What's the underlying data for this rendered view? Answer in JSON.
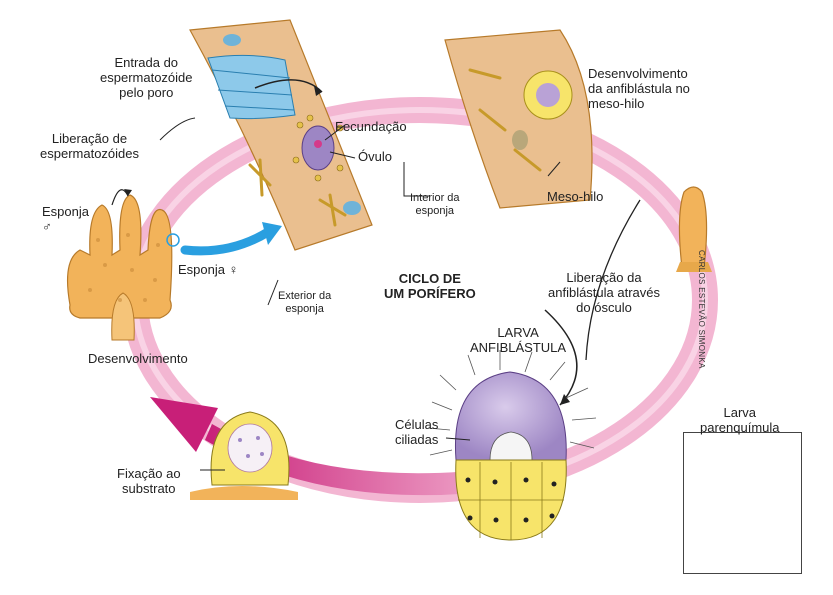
{
  "labels": {
    "entrada": "Entrada do\nespermatozóide\npelo poro",
    "liberacao_esp": "Liberação de\nespermatozóides",
    "esponja_m": "Esponja\n♂",
    "esponja_f": "Esponja ♀",
    "fecundacao": "Fecundação",
    "ovulo": "Óvulo",
    "interior": "Interior da\nesponja",
    "exterior": "Exterior da\nesponja",
    "desenvolvimento_meso": "Desenvolvimento\nda anfiblástula no\nmeso-hilo",
    "meso_hilo": "Meso-hilo",
    "ciclo": "CICLO DE\nUM PORÍFERO",
    "liberacao_anf": "Liberação da\nanfiblástula através\ndo ósculo",
    "larva_anf": "LARVA\nANFIBLÁSTULA",
    "celulas": "Células\nciliadas",
    "desenvolvimento": "Desenvolvimento",
    "fixacao": "Fixação ao\nsubstrato",
    "larva_parenq": "Larva\nparenquímula",
    "credit": "CARLOS ESTEVÃO SIMONKA"
  },
  "colors": {
    "cycle_ring": "#f3b6d2",
    "cycle_arrow": "#d9368a",
    "sponge": "#f2b35a",
    "tissue": "#e9b98a",
    "yellow_cells": "#f7e46a",
    "purple_cells": "#b9a2d6",
    "blue_arrow": "#2a9fe0"
  }
}
